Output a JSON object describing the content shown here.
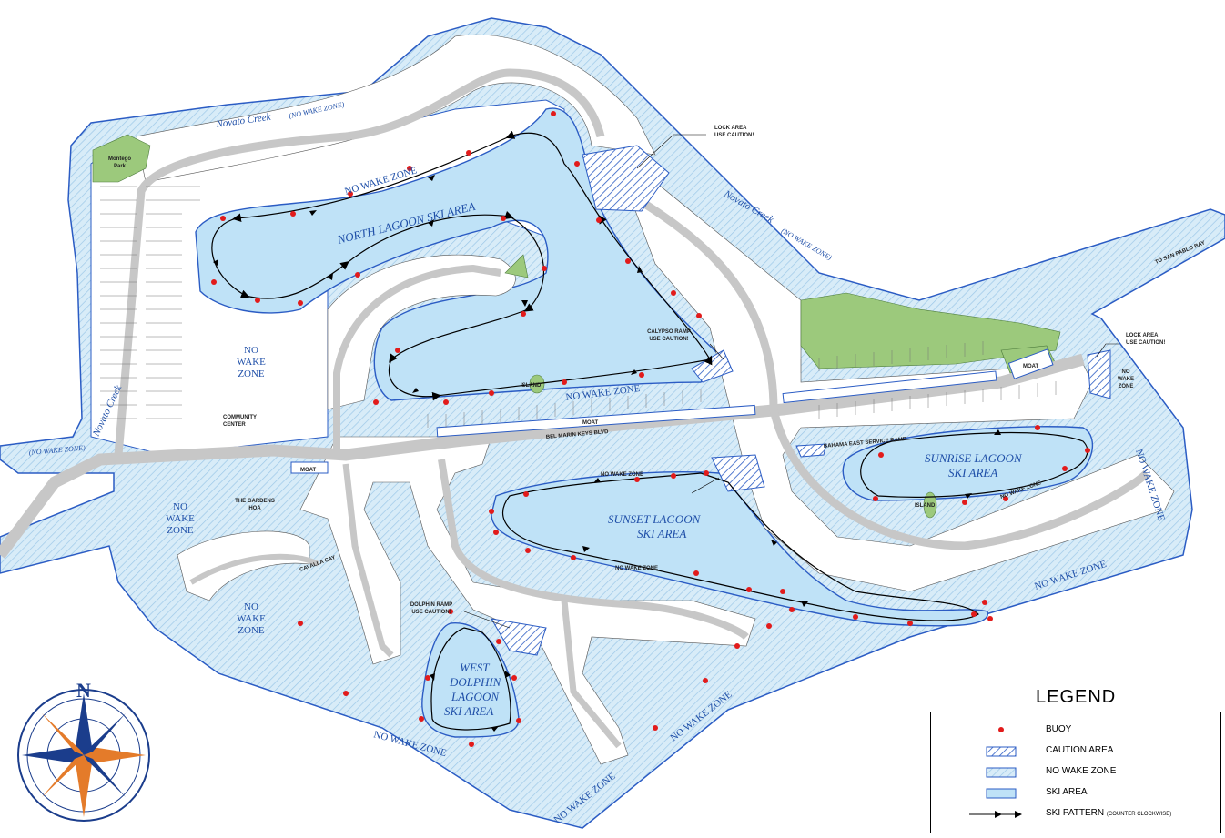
{
  "water_labels": {
    "novato_creek_top": "Novato Creek",
    "no_wake_zone_top": "(NO WAKE ZONE)",
    "novato_creek_right": "Novato Creek",
    "no_wake_zone_right": "(NO WAKE ZONE)",
    "novato_creek_left": "Novato Creek",
    "no_wake_zone_left": "(NO WAKE ZONE)",
    "to_san_pablo_bay": "TO SAN PABLO BAY"
  },
  "ski_areas": {
    "north": "NORTH LAGOON SKI AREA",
    "sunset_line1": "SUNSET LAGOON",
    "sunset_line2": "SKI AREA",
    "sunrise_line1": "SUNRISE LAGOON",
    "sunrise_line2": "SKI AREA",
    "west_dolphin_line1": "WEST",
    "west_dolphin_line2": "DOLPHIN",
    "west_dolphin_line3": "LAGOON",
    "west_dolphin_line4": "SKI AREA"
  },
  "no_wake_zones": {
    "label": "NO WAKE ZONE",
    "left_line1": "NO",
    "left_line2": "WAKE",
    "left_line3": "ZONE",
    "right_line1": "NO",
    "right_line2": "WAKE",
    "right_line3": "ZONE",
    "sw_line1": "NO",
    "sw_line2": "WAKE",
    "sw_line3": "ZONE",
    "south_line1": "NO",
    "south_line2": "WAKE",
    "south_line3": "ZONE"
  },
  "callouts": {
    "lock_top_line1": "LOCK AREA",
    "lock_top_line2": "USE CAUTION!",
    "lock_right_line1": "LOCK AREA",
    "lock_right_line2": "USE CAUTION!",
    "calypso_line1": "CALYPSO RAMP",
    "calypso_line2": "USE CAUTION!",
    "dolphin_line1": "DOLPHIN RAMP",
    "dolphin_line2": "USE CAUTION!",
    "bahama_ramp": "BAHAMA EAST SERVICE RAMP",
    "community_line1": "COMMUNITY",
    "community_line2": "CENTER",
    "gardens_line1": "THE GARDENS",
    "gardens_line2": "HOA",
    "island_north": "ISLAND",
    "island_sunrise": "ISLAND",
    "montego_line1": "Montego",
    "montego_line2": "Park",
    "moat": "MOAT",
    "cavalla": "CAVALLA CAY",
    "bel_marin": "BEL MARIN KEYS BLVD"
  },
  "compass": {
    "north": "N"
  },
  "legend": {
    "title": "LEGEND",
    "buoy": "BUOY",
    "caution": "CAUTION AREA",
    "no_wake": "NO WAKE ZONE",
    "ski_area": "SKI AREA",
    "ski_pattern": "SKI PATTERN",
    "ski_pattern_note": "(COUNTER CLOCKWISE)"
  },
  "colors": {
    "water": "#cfe6f5",
    "ski_water": "#bfe2f7",
    "outline": "#2b5cc4",
    "park": "#9cc97c",
    "road": "#c7c7c7",
    "buoy": "#e21b1b"
  }
}
